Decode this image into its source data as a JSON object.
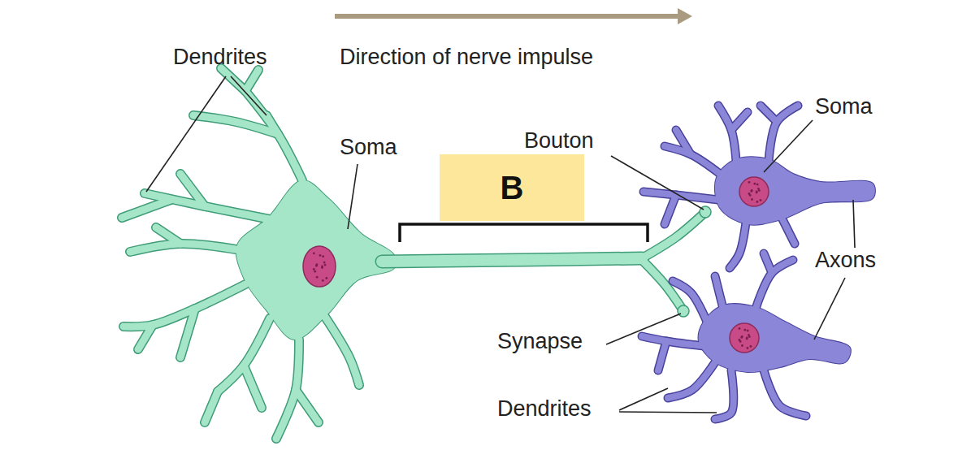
{
  "diagram": {
    "nodes": [
      {
        "text": [
          "B"
        ]
      }
    ],
    "labels": [
      "Dendrites",
      "Direction of nerve impulse",
      "Soma",
      "Bouton",
      "Soma",
      "Axons",
      "Synapse",
      "Dendrites"
    ]
  }
}
